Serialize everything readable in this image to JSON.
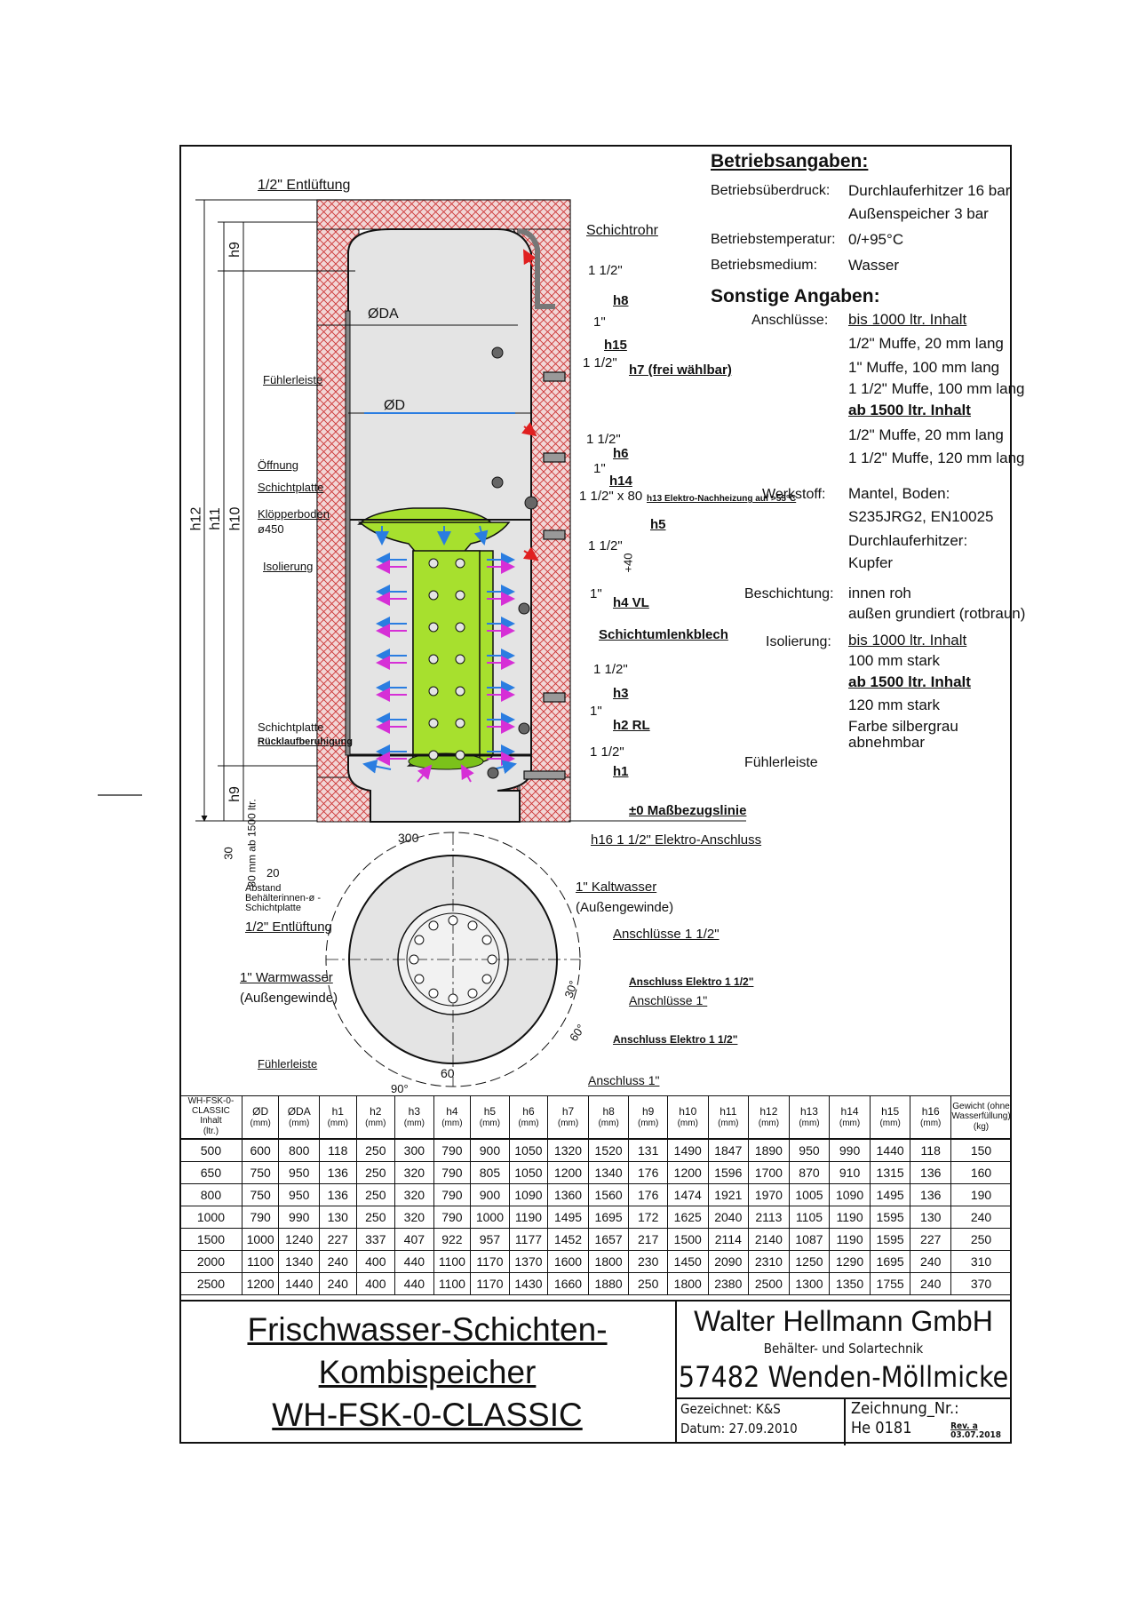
{
  "specs": {
    "betrieb_title": "Betriebsangaben:",
    "ueberdruck_label": "Betriebsüberdruck:",
    "ueberdruck_1": "Durchlauferhitzer 16 bar",
    "ueberdruck_2": "Außenspeicher 3 bar",
    "temp_label": "Betriebstemperatur:",
    "temp_value": "0/+95°C",
    "medium_label": "Betriebsmedium:",
    "medium_value": "Wasser",
    "sonstige_title": "Sonstige Angaben:",
    "anschluesse_label": "Anschlüsse:",
    "anschluesse": [
      "bis 1000 ltr. Inhalt",
      "1/2\" Muffe, 20 mm lang",
      "1\" Muffe, 100 mm lang",
      "1 1/2\" Muffe, 100 mm lang",
      "ab 1500 ltr. Inhalt",
      "1/2\" Muffe, 20 mm lang",
      "1 1/2\" Muffe, 120 mm lang"
    ],
    "werkstoff_label": "Werkstoff:",
    "werkstoff": [
      "Mantel, Boden:",
      "S235JRG2, EN10025",
      "Durchlauferhitzer:",
      "Kupfer"
    ],
    "beschichtung_label": "Beschichtung:",
    "beschichtung": [
      "innen roh",
      "außen grundiert (rotbraun)"
    ],
    "isolierung_label": "Isolierung:",
    "isolierung": [
      "bis 1000 ltr. Inhalt",
      "100 mm stark",
      "ab 1500 ltr. Inhalt",
      "120 mm stark",
      "Farbe silbergrau",
      "abnehmbar"
    ],
    "fuehlerleiste_label": "Fühlerleiste"
  },
  "side_labels": {
    "entlueftung": "1/2\" Entlüftung",
    "schichtrohr": "Schichtrohr",
    "da": "ØDA",
    "d": "ØD",
    "fuehlerleiste": "Fühlerleiste",
    "oeffnung": "Öffnung",
    "schichtplatte": "Schichtplatte",
    "kloepperboden": "Klöpperboden",
    "phi450": "ø450",
    "isolierung": "Isolierung",
    "schichtplatte2": "Schichtplatte",
    "ruecklauf": "Rücklaufberuhigung",
    "schichtumlenkblech": "Schichtumlenkblech",
    "h13_label": "h13 Elektro-Nachheizung auf >55°C",
    "bezugslinie": "±0 Maßbezugslinie",
    "h16_label": "h16 1 1/2\" Elektro-Anschluss",
    "plus40": "+40",
    "dim_30": "30",
    "dim_80": "80 mm ab 1500 ltr.",
    "dim_20": "20",
    "dim_300": "300",
    "h12": "h12",
    "h11": "h11",
    "h10": "h10",
    "h9": "h9"
  },
  "right_conn": [
    {
      "size": "1 1/2\"",
      "tag": "h8"
    },
    {
      "size": "1\"",
      "tag": "h15"
    },
    {
      "size": "1 1/2\"",
      "tag": "h7 (frei wählbar)"
    },
    {
      "size": "1 1/2\"",
      "tag": "h6"
    },
    {
      "size": "1\"",
      "tag": "h14"
    },
    {
      "size": "1 1/2\" x 80",
      "tag": ""
    },
    {
      "size": "1 1/2\"",
      "tag": "h5"
    },
    {
      "size": "1\"",
      "tag": "h4 VL"
    },
    {
      "size": "1 1/2\"",
      "tag": "h3"
    },
    {
      "size": "1\"",
      "tag": "h2 RL"
    },
    {
      "size": "1 1/2\"",
      "tag": "h1"
    }
  ],
  "top_view": {
    "abstand": "Abstand Behälterinnen-ø - Schichtplatte",
    "entlueftung": "1/2\" Entlüftung",
    "warmwasser": "1\" Warmwasser",
    "warm_sub": "(Außengewinde)",
    "fuehlerleiste": "Fühlerleiste",
    "kaltwasser": "1\" Kaltwasser",
    "kalt_sub": "(Außengewinde)",
    "anschl_15": "Anschlüsse 1 1/2\"",
    "elektro_1": "Anschluss Elektro 1 1/2\"",
    "anschl_1": "Anschlüsse 1\"",
    "elektro_2": "Anschluss Elektro 1 1/2\"",
    "anschluss_1": "Anschluss 1\"",
    "deg30": "30°",
    "deg60": "60°",
    "deg90": "90°",
    "dim60": "60"
  },
  "table": {
    "headers": [
      {
        "name": "WH-FSK-0-CLASSIC Inhalt",
        "unit": "(ltr.)"
      },
      {
        "name": "ØD",
        "unit": "(mm)"
      },
      {
        "name": "ØDA",
        "unit": "(mm)"
      },
      {
        "name": "h1",
        "unit": "(mm)"
      },
      {
        "name": "h2",
        "unit": "(mm)"
      },
      {
        "name": "h3",
        "unit": "(mm)"
      },
      {
        "name": "h4",
        "unit": "(mm)"
      },
      {
        "name": "h5",
        "unit": "(mm)"
      },
      {
        "name": "h6",
        "unit": "(mm)"
      },
      {
        "name": "h7",
        "unit": "(mm)"
      },
      {
        "name": "h8",
        "unit": "(mm)"
      },
      {
        "name": "h9",
        "unit": "(mm)"
      },
      {
        "name": "h10",
        "unit": "(mm)"
      },
      {
        "name": "h11",
        "unit": "(mm)"
      },
      {
        "name": "h12",
        "unit": "(mm)"
      },
      {
        "name": "h13",
        "unit": "(mm)"
      },
      {
        "name": "h14",
        "unit": "(mm)"
      },
      {
        "name": "h15",
        "unit": "(mm)"
      },
      {
        "name": "h16",
        "unit": "(mm)"
      },
      {
        "name": "Gewicht (ohne Wasserfüllung)",
        "unit": "(kg)"
      }
    ],
    "rows": [
      [
        "500",
        "600",
        "800",
        "118",
        "250",
        "300",
        "790",
        "900",
        "1050",
        "1320",
        "1520",
        "131",
        "1490",
        "1847",
        "1890",
        "950",
        "990",
        "1440",
        "118",
        "150"
      ],
      [
        "650",
        "750",
        "950",
        "136",
        "250",
        "320",
        "790",
        "805",
        "1050",
        "1200",
        "1340",
        "176",
        "1200",
        "1596",
        "1700",
        "870",
        "910",
        "1315",
        "136",
        "160"
      ],
      [
        "800",
        "750",
        "950",
        "136",
        "250",
        "320",
        "790",
        "900",
        "1090",
        "1360",
        "1560",
        "176",
        "1474",
        "1921",
        "1970",
        "1005",
        "1090",
        "1495",
        "136",
        "190"
      ],
      [
        "1000",
        "790",
        "990",
        "130",
        "250",
        "320",
        "790",
        "1000",
        "1190",
        "1495",
        "1695",
        "172",
        "1625",
        "2040",
        "2113",
        "1105",
        "1190",
        "1595",
        "130",
        "240"
      ],
      [
        "1500",
        "1000",
        "1240",
        "227",
        "337",
        "407",
        "922",
        "957",
        "1177",
        "1452",
        "1657",
        "217",
        "1500",
        "2114",
        "2140",
        "1087",
        "1190",
        "1595",
        "227",
        "250"
      ],
      [
        "2000",
        "1100",
        "1340",
        "240",
        "400",
        "440",
        "1100",
        "1170",
        "1370",
        "1600",
        "1800",
        "230",
        "1450",
        "2090",
        "2310",
        "1250",
        "1290",
        "1695",
        "240",
        "310"
      ],
      [
        "2500",
        "1200",
        "1440",
        "240",
        "400",
        "440",
        "1100",
        "1170",
        "1430",
        "1660",
        "1880",
        "250",
        "1800",
        "2380",
        "2500",
        "1300",
        "1350",
        "1755",
        "240",
        "370"
      ]
    ]
  },
  "title_block": {
    "line1": "Frischwasser-Schichten-",
    "line2": "Kombispeicher",
    "line3": "WH-FSK-0-CLASSIC",
    "company": "Walter Hellmann GmbH",
    "sub": "Behälter- und Solartechnik",
    "city": "57482 Wenden-Möllmicke",
    "gezeichnet": "Gezeichnet: K&S",
    "datum": "Datum: 27.09.2010",
    "zeichnung": "Zeichnung_Nr.:",
    "nummer": "He 0181",
    "rev": "Rev. a",
    "rev_date": "03.07.2018"
  }
}
